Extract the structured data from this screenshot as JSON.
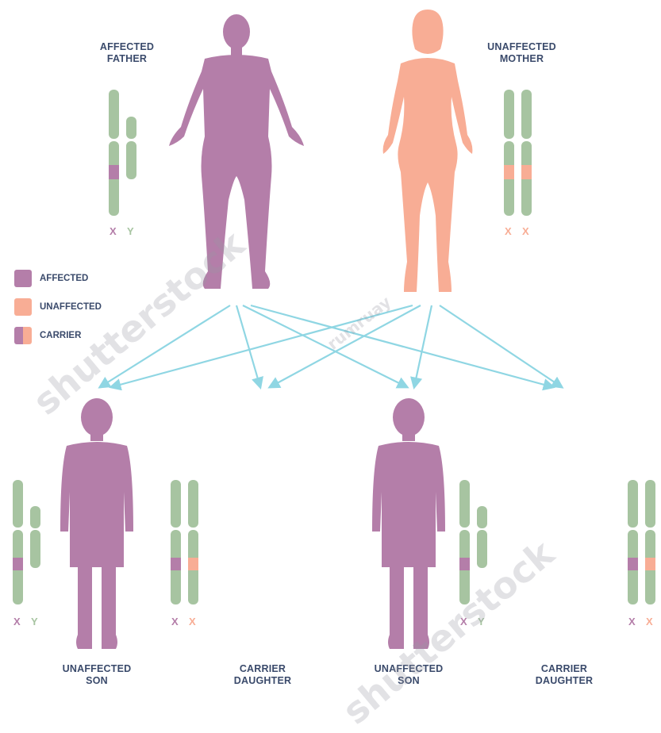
{
  "colors": {
    "affected": "#b47ea9",
    "unaffected": "#f8ad95",
    "chromosome": "#a7c4a1",
    "arrow": "#8fd6e3",
    "text": "#3a4a6b"
  },
  "parents": {
    "father": {
      "line1": "AFFECTED",
      "line2": "FATHER",
      "chromosomes": [
        "X",
        "Y"
      ]
    },
    "mother": {
      "line1": "UNAFFECTED",
      "line2": "MOTHER",
      "chromosomes": [
        "X",
        "X"
      ]
    }
  },
  "legend": [
    {
      "label": "AFFECTED"
    },
    {
      "label": "UNAFFECTED"
    },
    {
      "label": "CARRIER"
    }
  ],
  "children": [
    {
      "line1": "UNAFFECTED",
      "line2": "SON",
      "chromosomes": [
        "X",
        "Y"
      ]
    },
    {
      "line1": "CARRIER",
      "line2": "DAUGHTER",
      "chromosomes": [
        "X",
        "X"
      ]
    },
    {
      "line1": "UNAFFECTED",
      "line2": "SON",
      "chromosomes": [
        "X",
        "Y"
      ]
    },
    {
      "line1": "CARRIER",
      "line2": "DAUGHTER",
      "chromosomes": [
        "X",
        "X"
      ]
    }
  ],
  "watermarks": [
    "shutterstock",
    "rumruay"
  ]
}
